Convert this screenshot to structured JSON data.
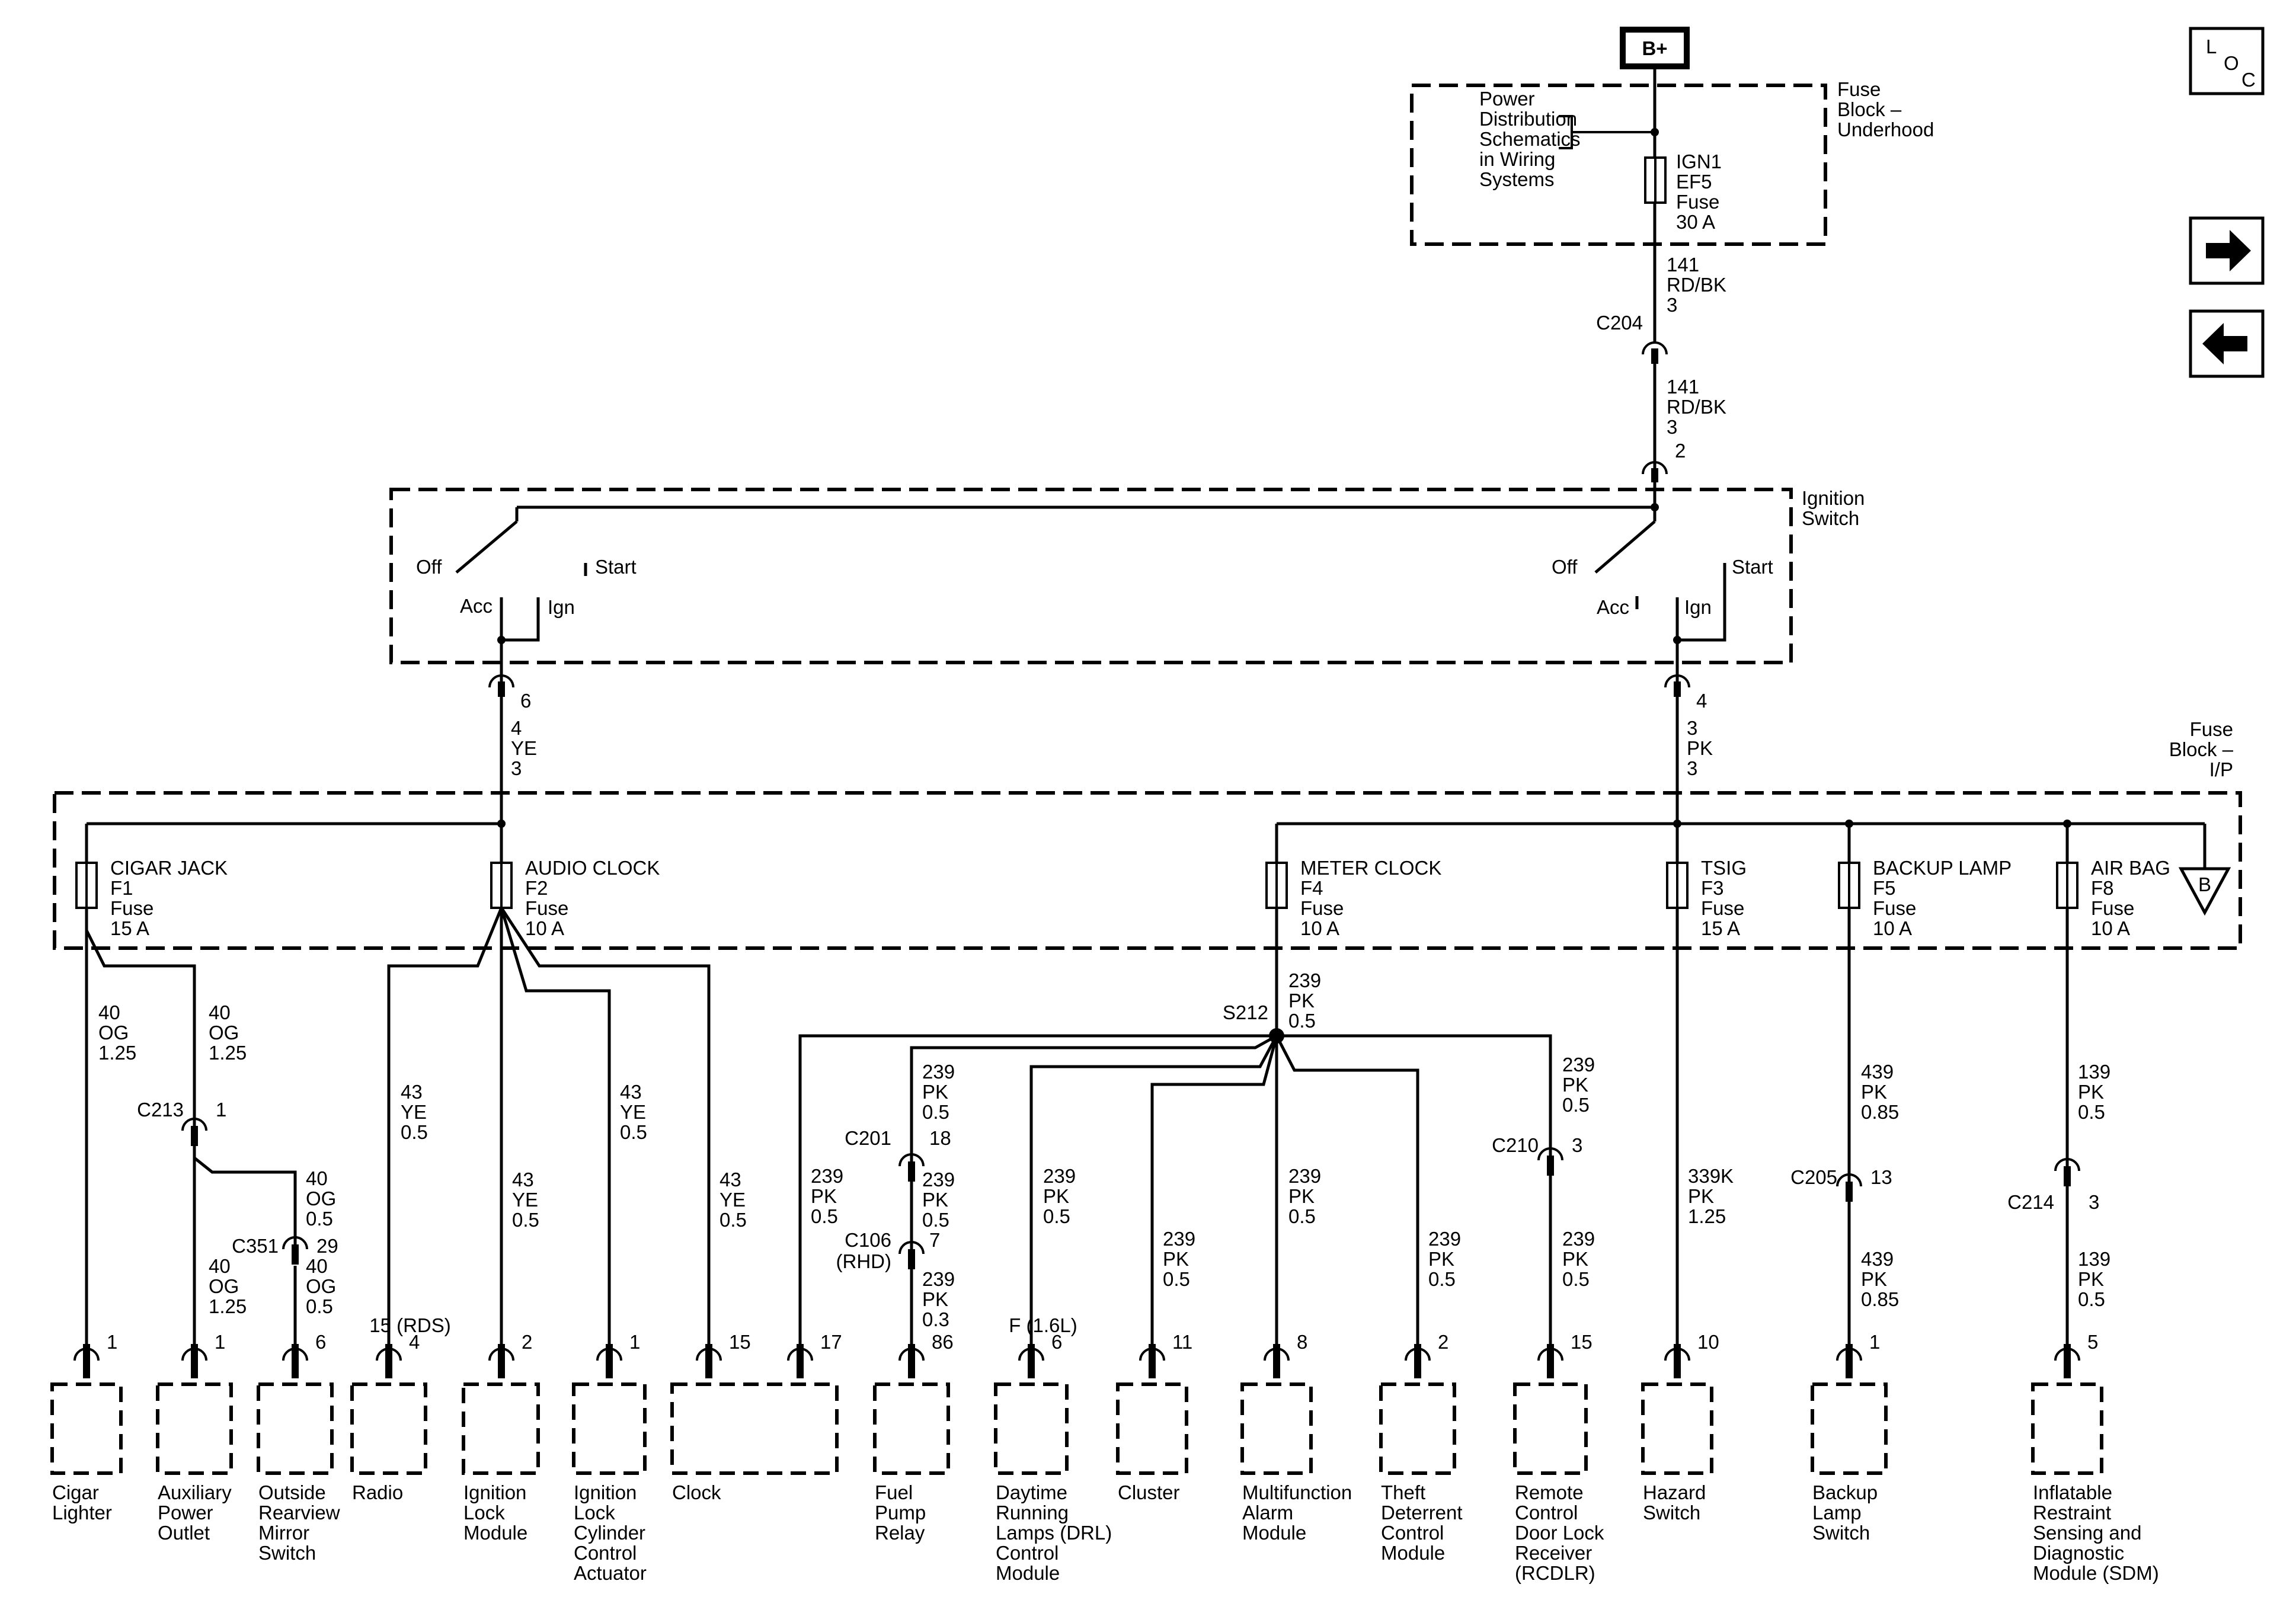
{
  "nav": {
    "loc_letters": [
      "L",
      "O",
      "C"
    ],
    "next_icon": "arrow-right-icon",
    "prev_icon": "arrow-left-icon"
  },
  "power": {
    "label": "B+"
  },
  "underhood": {
    "box_label": [
      "Fuse",
      "Block –",
      "Underhood"
    ],
    "power_ref": [
      "Power",
      "Distribution",
      "Schematics",
      "in Wiring",
      "Systems"
    ],
    "fuse": [
      "IGN1",
      "EF5",
      "Fuse",
      "30 A"
    ]
  },
  "feed_wire_top": [
    "141",
    "RD/BK",
    "3"
  ],
  "feed_connector": "C204",
  "feed_wire_bottom": [
    "141",
    "RD/BK",
    "3"
  ],
  "ignition": {
    "box_label": [
      "Ignition",
      "Switch"
    ],
    "input_pin": "2",
    "left": {
      "off": "Off",
      "start": "Start",
      "acc": "Acc",
      "ign": "Ign",
      "pin": "6",
      "wire": [
        "4",
        "YE",
        "3"
      ]
    },
    "right": {
      "off": "Off",
      "start": "Start",
      "acc": "Acc",
      "ign": "Ign",
      "pin": "4",
      "wire": [
        "3",
        "PK",
        "3"
      ]
    }
  },
  "ip_block": {
    "box_label": [
      "Fuse",
      "Block –",
      "I/P"
    ],
    "offpage": "B",
    "fuses": [
      {
        "name": "CIGAR JACK",
        "id": "F1",
        "word": "Fuse",
        "rating": "15 A"
      },
      {
        "name": "AUDIO CLOCK",
        "id": "F2",
        "word": "Fuse",
        "rating": "10 A"
      },
      {
        "name": "METER CLOCK",
        "id": "F4",
        "word": "Fuse",
        "rating": "10 A"
      },
      {
        "name": "TSIG",
        "id": "F3",
        "word": "Fuse",
        "rating": "15 A"
      },
      {
        "name": "BACKUP LAMP",
        "id": "F5",
        "word": "Fuse",
        "rating": "10 A"
      },
      {
        "name": "AIR BAG",
        "id": "F8",
        "word": "Fuse",
        "rating": "10 A"
      }
    ]
  },
  "wires": {
    "cigar": [
      "40",
      "OG",
      "1.25"
    ],
    "aux_top": [
      "40",
      "OG",
      "1.25"
    ],
    "aux_bottom": [
      "40",
      "OG",
      "1.25"
    ],
    "mirror_top": [
      "40",
      "OG",
      "0.5"
    ],
    "mirror_bottom": [
      "40",
      "OG",
      "0.5"
    ],
    "audio_a": [
      "43",
      "YE",
      "0.5"
    ],
    "audio_b": [
      "43",
      "YE",
      "0.5"
    ],
    "audio_c": [
      "43",
      "YE",
      "0.5"
    ],
    "audio_d": [
      "43",
      "YE",
      "0.5"
    ],
    "meter_feed": [
      "239",
      "PK",
      "0.5"
    ],
    "clock17": [
      "239",
      "PK",
      "0.5"
    ],
    "fuel_top": [
      "239",
      "PK",
      "0.5"
    ],
    "fuel_mid": [
      "239",
      "PK",
      "0.5"
    ],
    "fuel_bottom": [
      "239",
      "PK",
      "0.3"
    ],
    "drl": [
      "239",
      "PK",
      "0.5"
    ],
    "cluster": [
      "239",
      "PK",
      "0.5"
    ],
    "alarm": [
      "239",
      "PK",
      "0.5"
    ],
    "theft": [
      "239",
      "PK",
      "0.5"
    ],
    "rcdlr_top": [
      "239",
      "PK",
      "0.5"
    ],
    "rcdlr_bottom": [
      "239",
      "PK",
      "0.5"
    ],
    "hazard": [
      "339K",
      "PK",
      "1.25"
    ],
    "backup_top": [
      "439",
      "PK",
      "0.85"
    ],
    "backup_bottom": [
      "439",
      "PK",
      "0.85"
    ],
    "sdm_top": [
      "139",
      "PK",
      "0.5"
    ],
    "sdm_bottom": [
      "139",
      "PK",
      "0.5"
    ]
  },
  "splice": "S212",
  "connectors": {
    "c213": {
      "name": "C213",
      "pin": "1"
    },
    "c351": {
      "name": "C351",
      "pin": "29"
    },
    "c201": {
      "name": "C201",
      "pin": "18"
    },
    "c106": {
      "name": "C106",
      "note": "(RHD)",
      "pin": "7"
    },
    "c210": {
      "name": "C210",
      "pin": "3"
    },
    "c205": {
      "name": "C205",
      "pin": "13"
    },
    "c214": {
      "name": "C214",
      "pin": "3"
    }
  },
  "pin_notes": {
    "radio": "15 (RDS)",
    "drl": "F (1.6L)"
  },
  "components": [
    {
      "key": "cigar",
      "pin": "1",
      "label": [
        "Cigar",
        "Lighter"
      ]
    },
    {
      "key": "aux",
      "pin": "1",
      "label": [
        "Auxiliary",
        "Power",
        "Outlet"
      ]
    },
    {
      "key": "mirror",
      "pin": "6",
      "label": [
        "Outside",
        "Rearview",
        "Mirror",
        "Switch"
      ]
    },
    {
      "key": "radio",
      "pin": "4",
      "label": [
        "Radio"
      ]
    },
    {
      "key": "ilm",
      "pin": "2",
      "label": [
        "Ignition",
        "Lock",
        "Module"
      ]
    },
    {
      "key": "ilcca",
      "pin": "1",
      "label": [
        "Ignition",
        "Lock",
        "Cylinder",
        "Control",
        "Actuator"
      ]
    },
    {
      "key": "clock",
      "pin": "15",
      "pin2": "17",
      "label": [
        "Clock"
      ]
    },
    {
      "key": "fuelpump",
      "pin": "86",
      "label": [
        "Fuel",
        "Pump",
        "Relay"
      ]
    },
    {
      "key": "drl",
      "pin": "6",
      "label": [
        "Daytime",
        "Running",
        "Lamps (DRL)",
        "Control",
        "Module"
      ]
    },
    {
      "key": "cluster",
      "pin": "11",
      "label": [
        "Cluster"
      ]
    },
    {
      "key": "alarm",
      "pin": "8",
      "label": [
        "Multifunction",
        "Alarm",
        "Module"
      ]
    },
    {
      "key": "theft",
      "pin": "2",
      "label": [
        "Theft",
        "Deterrent",
        "Control",
        "Module"
      ]
    },
    {
      "key": "rcdlr",
      "pin": "15",
      "label": [
        "Remote",
        "Control",
        "Door Lock",
        "Receiver",
        "(RCDLR)"
      ]
    },
    {
      "key": "hazard",
      "pin": "10",
      "label": [
        "Hazard",
        "Switch"
      ]
    },
    {
      "key": "backup",
      "pin": "1",
      "label": [
        "Backup",
        "Lamp",
        "Switch"
      ]
    },
    {
      "key": "sdm",
      "pin": "5",
      "label": [
        "Inflatable",
        "Restraint",
        "Sensing and",
        "Diagnostic",
        "Module (SDM)"
      ]
    }
  ]
}
